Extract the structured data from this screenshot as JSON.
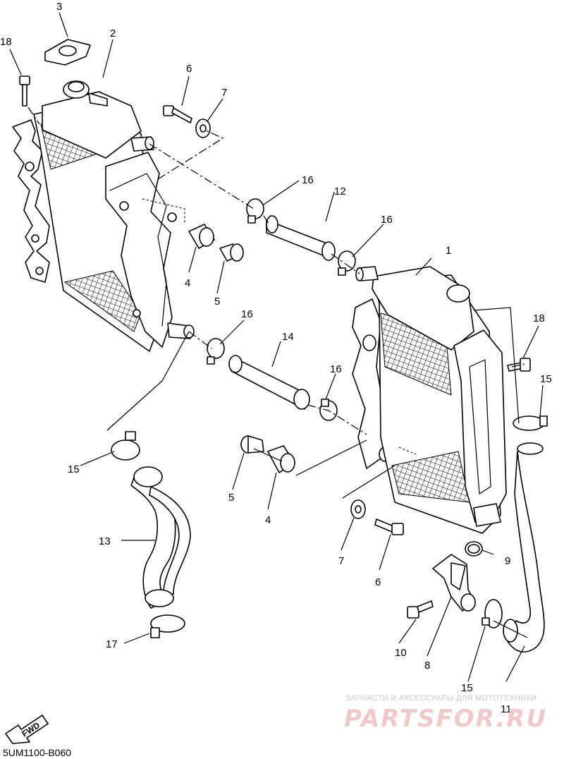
{
  "callouts": {
    "c1": "1",
    "c2": "2",
    "c3": "3",
    "c4a": "4",
    "c4b": "4",
    "c5a": "5",
    "c5b": "5",
    "c6a": "6",
    "c6b": "6",
    "c7a": "7",
    "c7b": "7",
    "c8": "8",
    "c9": "9",
    "c10": "10",
    "c11": "11",
    "c12": "12",
    "c13": "13",
    "c14": "14",
    "c15a": "15",
    "c15b": "15",
    "c15c": "15",
    "c16a": "16",
    "c16b": "16",
    "c16c": "16",
    "c16d": "16",
    "c17": "17",
    "c18a": "18",
    "c18b": "18"
  },
  "fwd_label": "FWD",
  "diagram_code": "5UM1100-B060",
  "watermark": {
    "line1": "ЗАПЧАСТИ И АКСЕССУАРЫ ДЛЯ МОТОТЕХНИКИ",
    "line2": "PARTSFOR.RU",
    "color": "#f2c9c9"
  },
  "colors": {
    "ink": "#000000",
    "paper": "#ffffff"
  }
}
